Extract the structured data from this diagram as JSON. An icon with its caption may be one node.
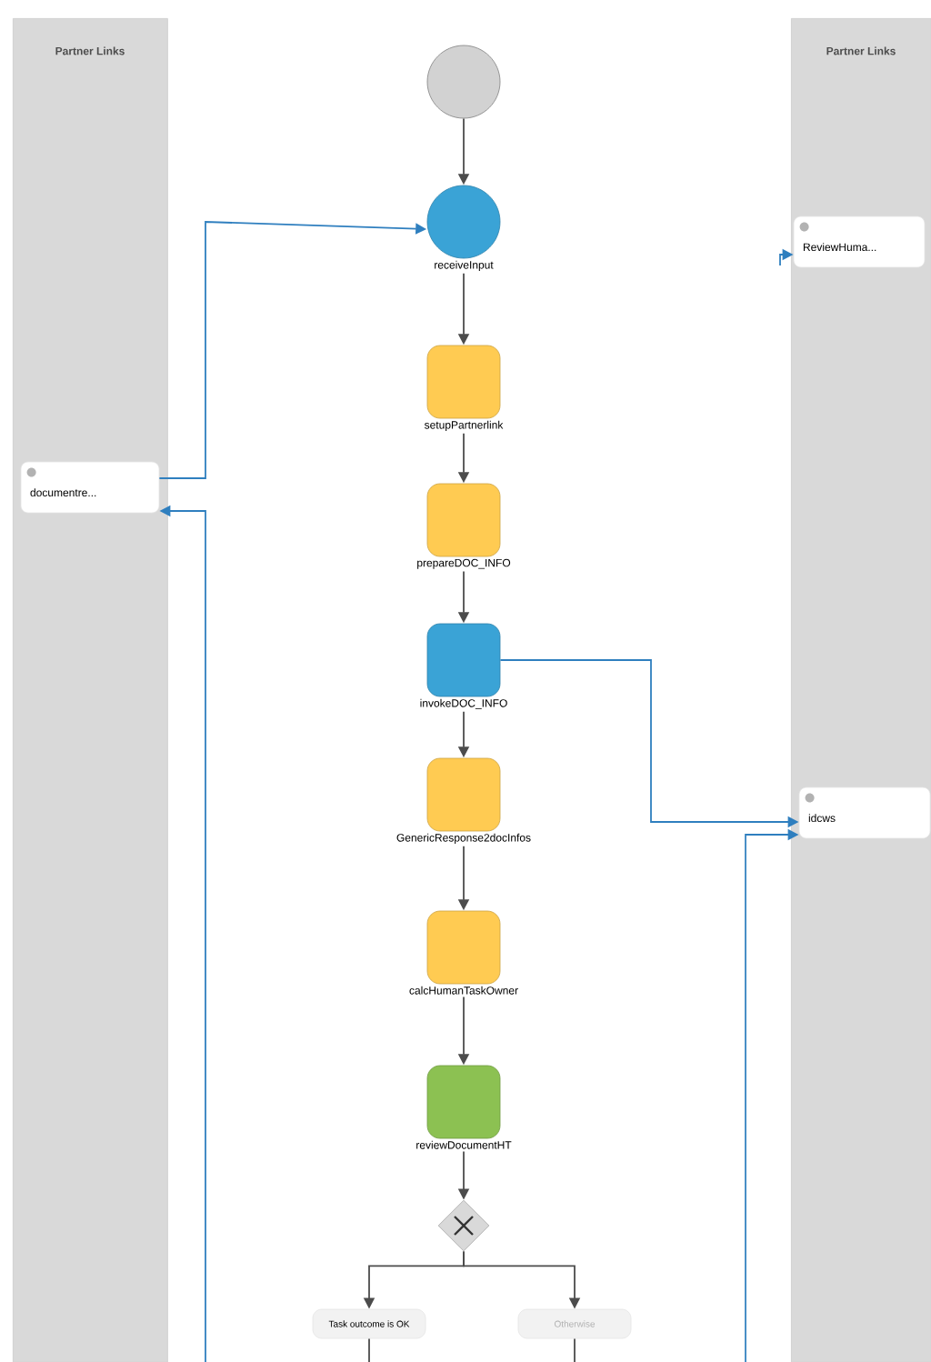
{
  "diagram": {
    "nodes": [
      {
        "text": [
          "Partner Links"
        ]
      },
      {
        "text": [
          "Partner Links"
        ]
      },
      {
        "text": [],
        "shape": "circle"
      },
      {
        "text": [
          "receiveInput"
        ]
      },
      {
        "text": [
          "setupPartnerlink"
        ]
      },
      {
        "text": [
          "prepareDOC_INFO"
        ]
      },
      {
        "text": [
          "invokeDOC_INFO"
        ]
      },
      {
        "text": [
          "GenericResponse2docInfos"
        ]
      },
      {
        "text": [
          "calcHumanTaskOwner"
        ]
      },
      {
        "text": [
          "reviewDocumentHT"
        ]
      },
      {
        "text": [],
        "shape": "diamond"
      },
      {
        "text": [
          "Task outcome is OK"
        ]
      },
      {
        "text": [
          "Otherwise"
        ]
      },
      {
        "text": [
          "documentre..."
        ],
        "in": 0
      },
      {
        "text": [
          "ReviewHuma..."
        ],
        "in": 1
      },
      {
        "text": [
          "idcws"
        ],
        "in": 1
      }
    ],
    "edges": [
      {
        "from": 2,
        "to": 3,
        "arrow": "to"
      },
      {
        "from": 3,
        "to": 4,
        "arrow": "to"
      },
      {
        "from": 4,
        "to": 5,
        "arrow": "to"
      },
      {
        "from": 5,
        "to": 6,
        "arrow": "to"
      },
      {
        "from": 6,
        "to": 7,
        "arrow": "to"
      },
      {
        "from": 7,
        "to": 8,
        "arrow": "to"
      },
      {
        "from": 8,
        "to": 9,
        "arrow": "to"
      },
      {
        "from": 9,
        "to": 10,
        "arrow": "to"
      },
      {
        "from": 10,
        "to": 11,
        "arrow": "to"
      },
      {
        "from": 10,
        "to": 12,
        "arrow": "to"
      },
      {
        "from": 11,
        "to": null,
        "arrow": "none"
      },
      {
        "from": 12,
        "to": null,
        "arrow": "none"
      },
      {
        "from": 13,
        "to": 3,
        "arrow": "to",
        "color": "#2f7fbf"
      },
      {
        "from": null,
        "to": 13,
        "arrow": "to",
        "color": "#2f7fbf"
      },
      {
        "from": null,
        "to": 14,
        "arrow": "to",
        "color": "#2f7fbf"
      },
      {
        "from": 6,
        "to": 15,
        "arrow": "to",
        "color": "#2f7fbf"
      },
      {
        "from": null,
        "to": 15,
        "arrow": "to",
        "color": "#2f7fbf"
      }
    ]
  }
}
